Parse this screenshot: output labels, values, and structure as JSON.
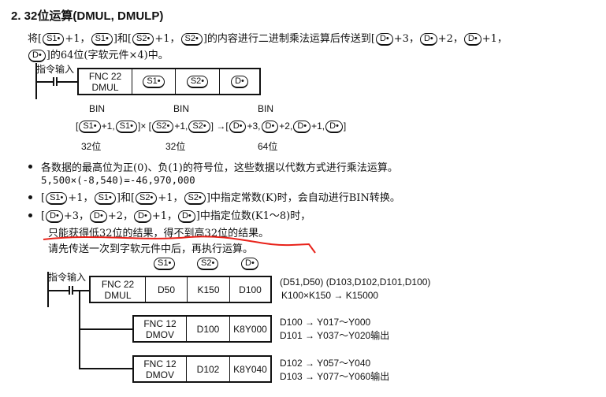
{
  "title": "2. 32位运算(DMUL, DMULP)",
  "ops": {
    "s1": "S1•",
    "s2": "S2•",
    "d": "D•"
  },
  "intro": {
    "p1": "将[",
    "p2": "+1，",
    "p3": "]和[",
    "p4": "+1，",
    "p5": "]的内容进行二进制乘法运算后传送到[",
    "p6": "+3，",
    "p7": "+2，",
    "p8": "+1，",
    "p9": "]的64位(字软元件×4)中。"
  },
  "ladder1": {
    "label": "指令输入",
    "fnc": "FNC 22",
    "mnemonic": "DMUL"
  },
  "formula": {
    "bin": "BIN",
    "a1": "[",
    "a2": "+1,",
    "a3": "]×",
    "a4": "[",
    "a5": "+1,",
    "a6": "]",
    "a7": "→[",
    "a8": "+3,",
    "a9": "+2,",
    "a10": "+1,",
    "a11": "]",
    "w32": "32位",
    "w64": "64位"
  },
  "bullets": [
    {
      "text": "各数据的最高位为正(0)、负(1)的符号位，这些数据以代数方式进行乘法运算。",
      "example": "5,500×(-8,540)=-46,970,000"
    },
    {
      "p1": "[",
      "p2": "+1，",
      "p3": "]和[",
      "p4": "+1，",
      "p5": "]中指定常数(K)时，会自动进行BIN转换。"
    },
    {
      "p1": "[",
      "p2": "+3，",
      "p3": "+2，",
      "p4": "+1，",
      "p5": "]中指定位数(K1～8)时，",
      "line2": "只能获得低32位的结果，得不到高32位的结果。",
      "line3": "请先传送一次到字软元件中后，再执行运算。"
    }
  ],
  "example": {
    "label": "指令输入",
    "rows": [
      {
        "fnc": "FNC 22",
        "mnemonic": "DMUL",
        "cells": [
          "D50",
          "K150",
          "D100"
        ],
        "notes": [
          "(D51,D50)        (D103,D102,D101,D100)",
          "K100×K150 → K15000"
        ]
      },
      {
        "fnc": "FNC 12",
        "mnemonic": "DMOV",
        "cells": [
          "D100",
          "K8Y000"
        ],
        "notes": [
          "D100 → Y017～Y000",
          "D101 → Y037～Y020输出"
        ]
      },
      {
        "fnc": "FNC 12",
        "mnemonic": "DMOV",
        "cells": [
          "D102",
          "K8Y040"
        ],
        "notes": [
          "D102 → Y057～Y040",
          "D103 → Y077～Y060输出"
        ]
      }
    ]
  },
  "annotation_color": "#e8221a"
}
